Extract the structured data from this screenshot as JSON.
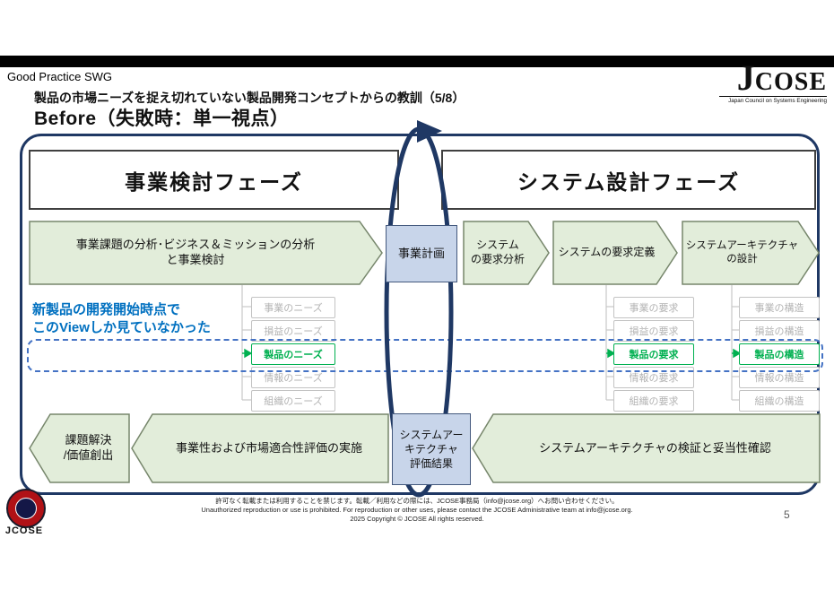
{
  "header": {
    "swg_label": "Good Practice SWG",
    "logo": {
      "initial": "J",
      "rest": "COSE",
      "subtext": "Japan Council on Systems Engineering"
    },
    "title": "製品の市場ニーズを捉え切れていない製品開発コンセプトからの教訓（5/8）",
    "subtitle": "Before（失敗時：単一視点）"
  },
  "diagram": {
    "phase_left": "事業検討フェーズ",
    "phase_right": "システム設計フェーズ",
    "top_flow": {
      "business_analysis": "事業課題の分析･ビジネス＆ミッションの分析\nと事業検討",
      "business_plan": "事業計画",
      "req_analysis": "システム\nの要求分析",
      "req_definition": "システムの要求定義",
      "arch_design": "システムアーキテクチャ\nの設計"
    },
    "annotation": {
      "line1": "新製品の開発開始時点で",
      "line2": "このViewしか見ていなかった"
    },
    "needs": [
      "事業のニーズ",
      "損益のニーズ",
      "製品のニーズ",
      "情報のニーズ",
      "組織のニーズ"
    ],
    "requirements": [
      "事業の要求",
      "損益の要求",
      "製品の要求",
      "情報の要求",
      "組織の要求"
    ],
    "structures": [
      "事業の構造",
      "損益の構造",
      "製品の構造",
      "情報の構造",
      "組織の構造"
    ],
    "bottom_flow": {
      "value_creation": "課題解決\n/価値創出",
      "feasibility_eval": "事業性および市場適合性評価の実施",
      "arch_eval_result": "システムアー\nキテクチャ\n評価結果",
      "arch_verification": "システムアーキテクチャの検証と妥当性確認"
    }
  },
  "footer": {
    "logo_label": "JCOSE",
    "notice_jp": "許可なく転載または利用することを禁じます。転載／利用などの際には、JCOSE事務局（info@jcose.org）へお問い合わせください。",
    "notice_en": "Unauthorized reproduction or use is prohibited.  For reproduction or other uses, please contact the JCOSE Administrative team at info@jcose.org.",
    "copyright": "2025 Copyright © JCOSE All rights reserved.",
    "page_number": "5"
  },
  "colors": {
    "navy": "#1F3864",
    "accent_green": "#00B050",
    "annotation_blue": "#0070C0",
    "dashed_blue": "#4472C4",
    "arrow_fill": "#E2EDDA",
    "arrow_stroke": "#76866B",
    "box_blue": "#C8D5EA"
  }
}
